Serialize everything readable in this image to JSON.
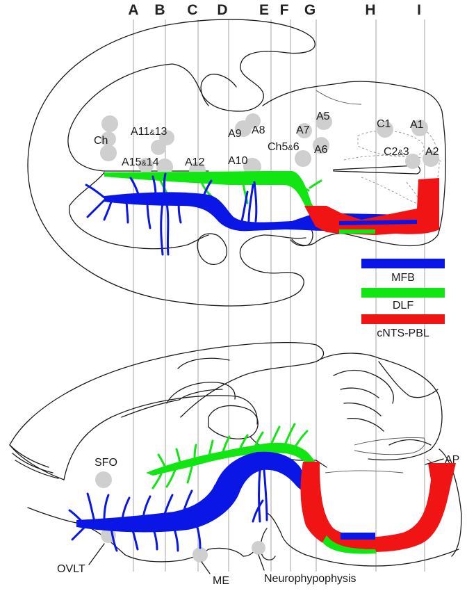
{
  "section_lines": [
    {
      "label": "A"
    },
    {
      "label": "B"
    },
    {
      "label": "C"
    },
    {
      "label": "D"
    },
    {
      "label": "E"
    },
    {
      "label": "F"
    },
    {
      "label": "G"
    },
    {
      "label": "H"
    },
    {
      "label": "I"
    }
  ],
  "top_labels": {
    "ch": "Ch",
    "a11_13": "A11",
    "a11_13_amp": "&",
    "a11_13_b": "13",
    "a15_14": "A15",
    "a15_14_amp": "&",
    "a15_14_b": "14",
    "a12": "A12",
    "a9": "A9",
    "a8": "A8",
    "a10": "A10",
    "a7": "A7",
    "a5": "A5",
    "ch5_6": "Ch5",
    "ch5_6_amp": "&",
    "ch5_6_b": "6",
    "a6": "A6",
    "c1": "C1",
    "a1": "A1",
    "c2_3": "C2",
    "c2_3_amp": "&",
    "c2_3_b": "3",
    "a2": "A2"
  },
  "bottom_labels": {
    "sfo": "SFO",
    "ovlt": "OVLT",
    "me": "ME",
    "neurohypophysis": "Neurophypophysis",
    "ap": "AP"
  },
  "legend": [
    {
      "label": "MFB",
      "color": "#0a16e6"
    },
    {
      "label": "DLF",
      "color": "#12e612"
    },
    {
      "label": "cNTS-PBL",
      "color": "#f01414"
    }
  ],
  "colors": {
    "mfb": "#0a16e6",
    "dlf": "#12e612",
    "cnts_pbl": "#f01414",
    "nucleus": "#cfcfcf",
    "section_line": "#b9b9b9"
  }
}
